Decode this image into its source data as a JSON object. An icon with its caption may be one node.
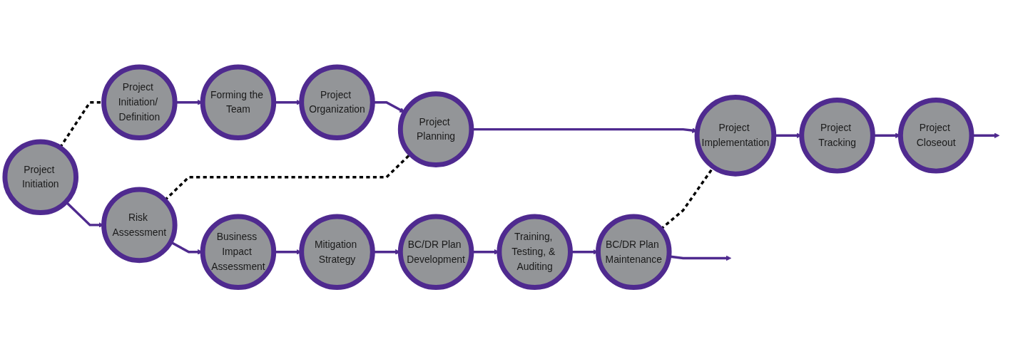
{
  "diagram": {
    "nodes": [
      {
        "text": [
          "Project Initiation/ Definition"
        ]
      },
      {
        "text": [
          "Forming the Team"
        ]
      },
      {
        "text": [
          "Project Organization"
        ]
      },
      {
        "text": [
          "Project Planning"
        ]
      },
      {
        "text": [
          "Project Implementation"
        ]
      },
      {
        "text": [
          "Project Tracking"
        ]
      },
      {
        "text": [
          "Project Closeout"
        ]
      },
      {
        "text": [
          "Project Initiation"
        ]
      },
      {
        "text": [
          "Risk Assessment"
        ]
      },
      {
        "text": [
          "Business Impact Assessment"
        ]
      },
      {
        "text": [
          "Mitigation Strategy"
        ]
      },
      {
        "text": [
          "BC/DR Plan Development"
        ]
      },
      {
        "text": [
          "Training, Testing, & Auditing"
        ]
      },
      {
        "text": [
          "BC/DR Plan Maintenance"
        ]
      }
    ],
    "edges": [
      {
        "from": 0,
        "to": 1,
        "arrow": "to"
      },
      {
        "from": 1,
        "to": 2,
        "arrow": "to"
      },
      {
        "from": 2,
        "to": 3,
        "arrow": "to"
      },
      {
        "from": 3,
        "to": 4,
        "arrow": "to"
      },
      {
        "from": 4,
        "to": 5,
        "arrow": "to"
      },
      {
        "from": 5,
        "to": 6,
        "arrow": "to"
      },
      {
        "from": 6,
        "to": null,
        "arrow": "to"
      },
      {
        "from": 7,
        "to": 8,
        "arrow": "to"
      },
      {
        "from": 8,
        "to": 9,
        "arrow": "to"
      },
      {
        "from": 9,
        "to": 10,
        "arrow": "to"
      },
      {
        "from": 10,
        "to": 11,
        "arrow": "to"
      },
      {
        "from": 11,
        "to": 12,
        "arrow": "to"
      },
      {
        "from": 12,
        "to": 13,
        "arrow": "to"
      },
      {
        "from": 13,
        "to": null,
        "arrow": "to"
      },
      {
        "from": 0,
        "to": 7,
        "arrow": "none",
        "style": "dashed",
        "color": "#000000"
      },
      {
        "from": 3,
        "to": 8,
        "arrow": "none",
        "style": "dashed",
        "color": "#000000"
      },
      {
        "from": 4,
        "to": 13,
        "arrow": "none",
        "style": "dashed",
        "color": "#000000"
      }
    ]
  }
}
